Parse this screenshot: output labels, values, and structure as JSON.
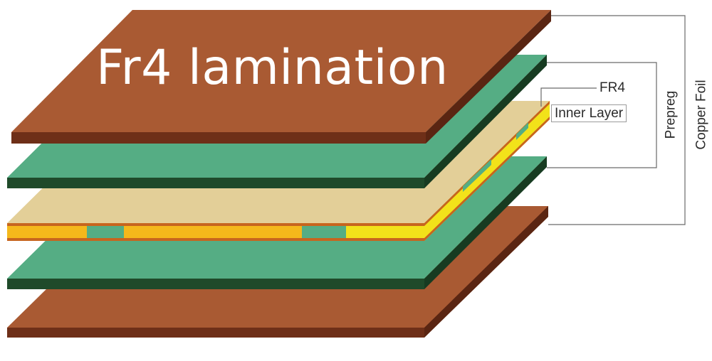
{
  "title": "Fr4 lamination",
  "labels": {
    "fr4": "FR4",
    "inner_layer": "Inner Layer",
    "prepreg": "Prepreg",
    "copper_foil": "Copper Foil"
  },
  "colors": {
    "copper_top": "#a95a33",
    "copper_side": "#6e2f18",
    "prepreg_top": "#55ad84",
    "prepreg_side": "#1f4a2a",
    "fr4_top": "#e3cf98",
    "inner_gold": "#f5b81b",
    "inner_yellow": "#f2e21a",
    "inner_copper_edge": "#c7651e",
    "bracket_line": "#6a6a6a"
  }
}
